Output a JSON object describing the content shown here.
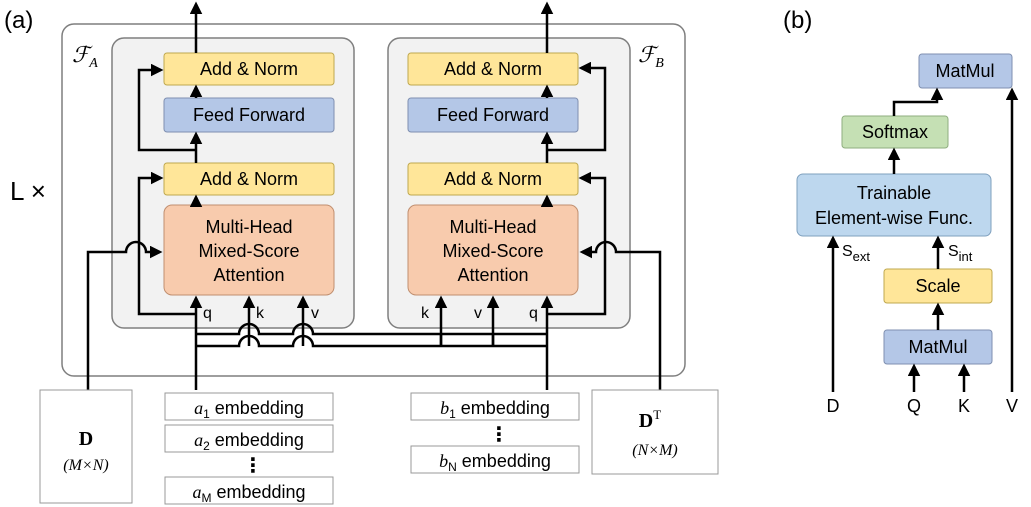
{
  "panels": {
    "a_label": "(a)",
    "b_label": "(b)"
  },
  "colors": {
    "add_norm": "#FFE699",
    "feed_forward": "#B4C7E7",
    "attention": "#F8CBAD",
    "softmax": "#C5E0B4",
    "trainable": "#BDD7EE",
    "outer": "#F2F2F2",
    "stroke": "#7F7F7F"
  },
  "panel_a": {
    "repeat_label": "L ×",
    "encoder_a": {
      "label_main": "ℱ",
      "label_sub": "A",
      "add_norm_top": "Add & Norm",
      "feed_forward": "Feed Forward",
      "add_norm_bottom": "Add & Norm",
      "attention_lines": [
        "Multi-Head",
        "Mixed-Score",
        "Attention"
      ],
      "inputs": [
        "q",
        "k",
        "v"
      ]
    },
    "encoder_b": {
      "label_main": "ℱ",
      "label_sub": "B",
      "add_norm_top": "Add & Norm",
      "feed_forward": "Feed Forward",
      "add_norm_bottom": "Add & Norm",
      "attention_lines": [
        "Multi-Head",
        "Mixed-Score",
        "Attention"
      ],
      "inputs": [
        "k",
        "v",
        "q"
      ]
    },
    "matrix_d": {
      "label": "D",
      "dims": "(M×N)"
    },
    "matrix_dt": {
      "label": "D",
      "sup": "T",
      "dims": "(N×M)"
    },
    "a_embeddings": [
      {
        "var": "a",
        "sub": "1",
        "text": " embedding"
      },
      {
        "var": "a",
        "sub": "2",
        "text": " embedding"
      },
      {
        "var": "a",
        "sub": "M",
        "text": " embedding"
      }
    ],
    "b_embeddings": [
      {
        "var": "b",
        "sub": "1",
        "text": " embedding"
      },
      {
        "var": "b",
        "sub": "N",
        "text": " embedding"
      }
    ],
    "ellipsis": "⋮"
  },
  "panel_b": {
    "matmul_top": "MatMul",
    "softmax": "Softmax",
    "trainable_lines": [
      "Trainable",
      "Element-wise Func."
    ],
    "scale": "Scale",
    "matmul_bottom": "MatMul",
    "s_ext": {
      "main": "S",
      "sub": "ext"
    },
    "s_int": {
      "main": "S",
      "sub": "int"
    },
    "inputs": [
      "D",
      "Q",
      "K",
      "V"
    ]
  }
}
